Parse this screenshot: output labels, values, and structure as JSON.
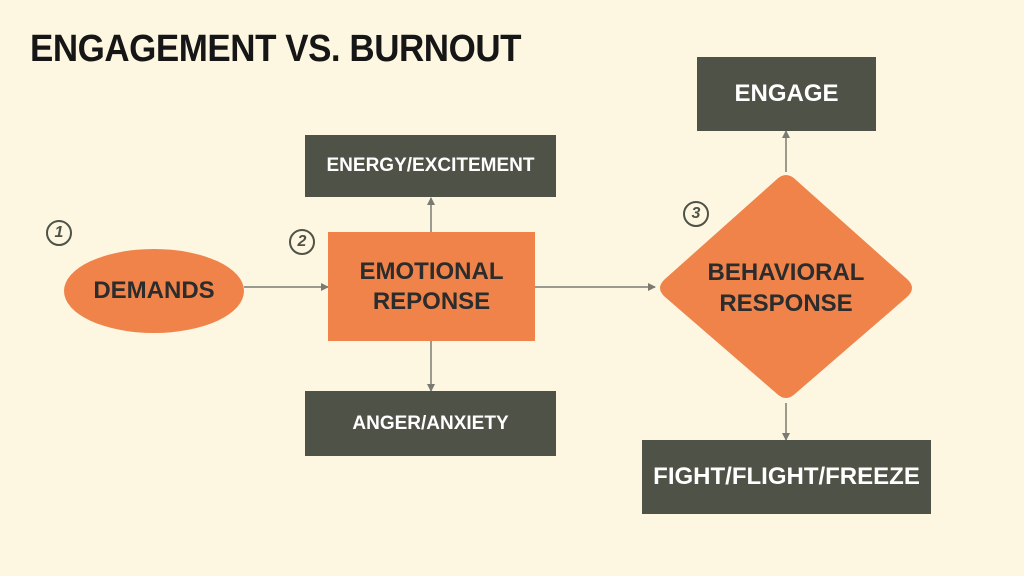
{
  "slide": {
    "title": "ENGAGEMENT VS. BURNOUT",
    "steps": [
      "1",
      "2",
      "3"
    ],
    "nodes": {
      "demands": "DEMANDS",
      "emotional_response": "EMOTIONAL REPONSE",
      "behavioral_response": "BEHAVIORAL RESPONSE",
      "energy_excitement": "ENERGY/EXCITEMENT",
      "anger_anxiety": "ANGER/ANXIETY",
      "engage": "ENGAGE",
      "fight_flight_freeze": "FIGHT/FLIGHT/FREEZE"
    },
    "colors": {
      "background": "#fdf7e2",
      "accent_orange": "#ef834a",
      "dark_box": "#4f5246",
      "connector": "#7a7a72"
    }
  }
}
